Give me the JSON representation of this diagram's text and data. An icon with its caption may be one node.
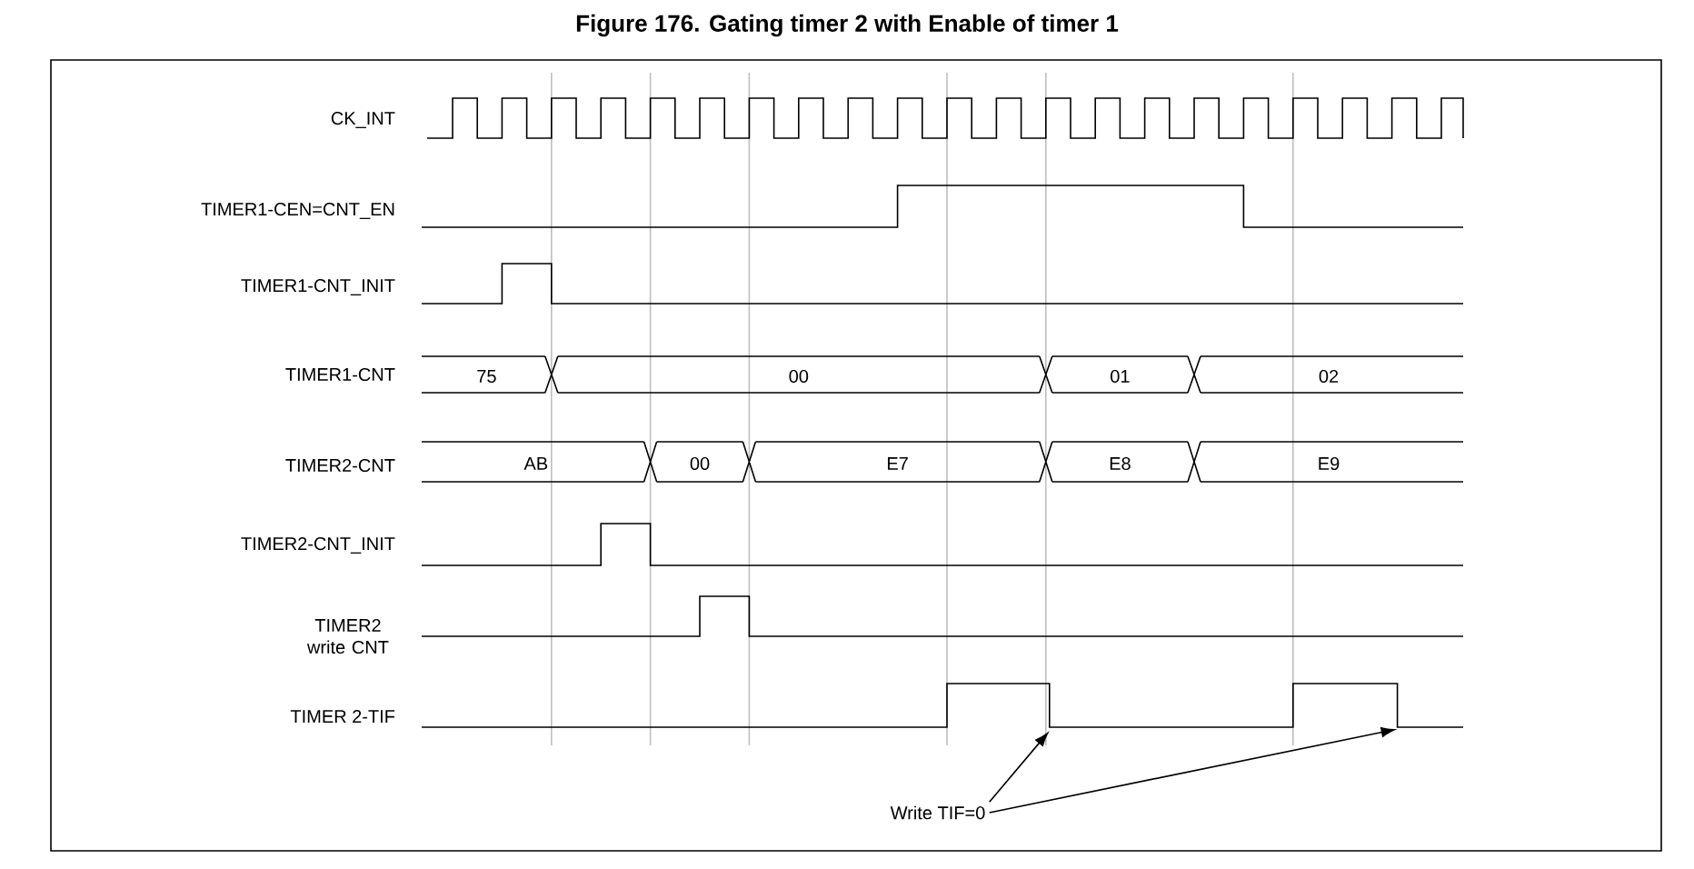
{
  "diagram": {
    "title": "Figure 176. Gating timer 2 with Enable of timer 1",
    "nodes": [
      {
        "text": [
          "Write TIF=0"
        ]
      },
      {
        "text": [],
        "shape": "line"
      }
    ],
    "edges": [
      {
        "from": 0,
        "to": 1,
        "arrow": "to"
      },
      {
        "from": 0,
        "to": 1,
        "arrow": "to"
      }
    ],
    "labels": [
      "CK_INT",
      "TIMER1-CEN=CNT_EN",
      "TIMER1-CNT_INIT",
      "TIMER1-CNT",
      "75",
      "00",
      "01",
      "02",
      "TIMER2-CNT",
      "AB",
      "00",
      "E7",
      "E8",
      "E9",
      "TIMER2-CNT_INIT",
      "TIMER2 write CNT",
      "TIMER 2-TIF"
    ]
  }
}
